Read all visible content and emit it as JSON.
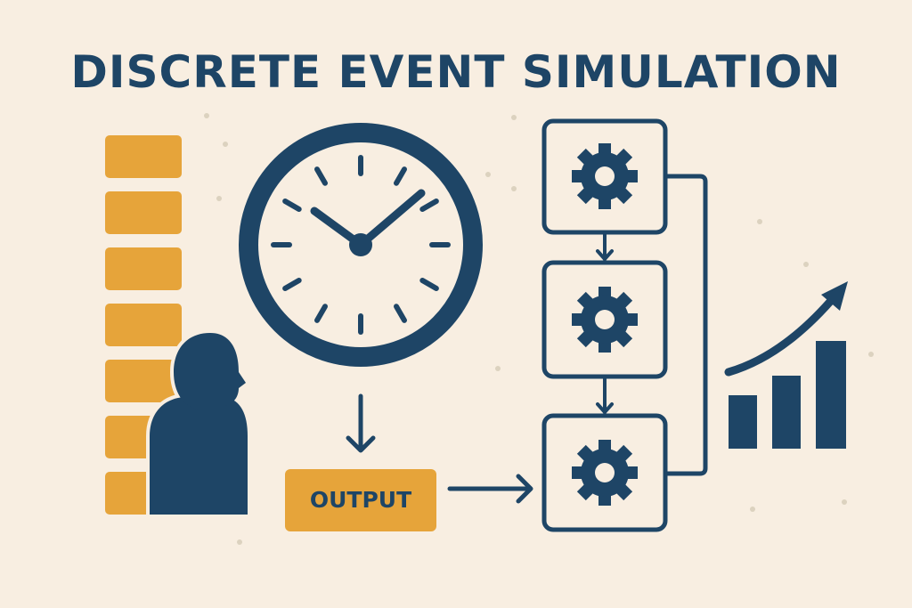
{
  "title": "DISCRETE EVENT SIMULATION",
  "output_box": {
    "label": "OUTPUT"
  },
  "icons": [
    "event-queue-stack",
    "person-icon",
    "clock-icon",
    "gear-icon",
    "bar-chart-icon",
    "trend-arrow-icon"
  ],
  "colors": {
    "navy": "#1e4566",
    "amber": "#e6a43a",
    "background": "#f8eee1",
    "dots": "#dcd2bf"
  }
}
